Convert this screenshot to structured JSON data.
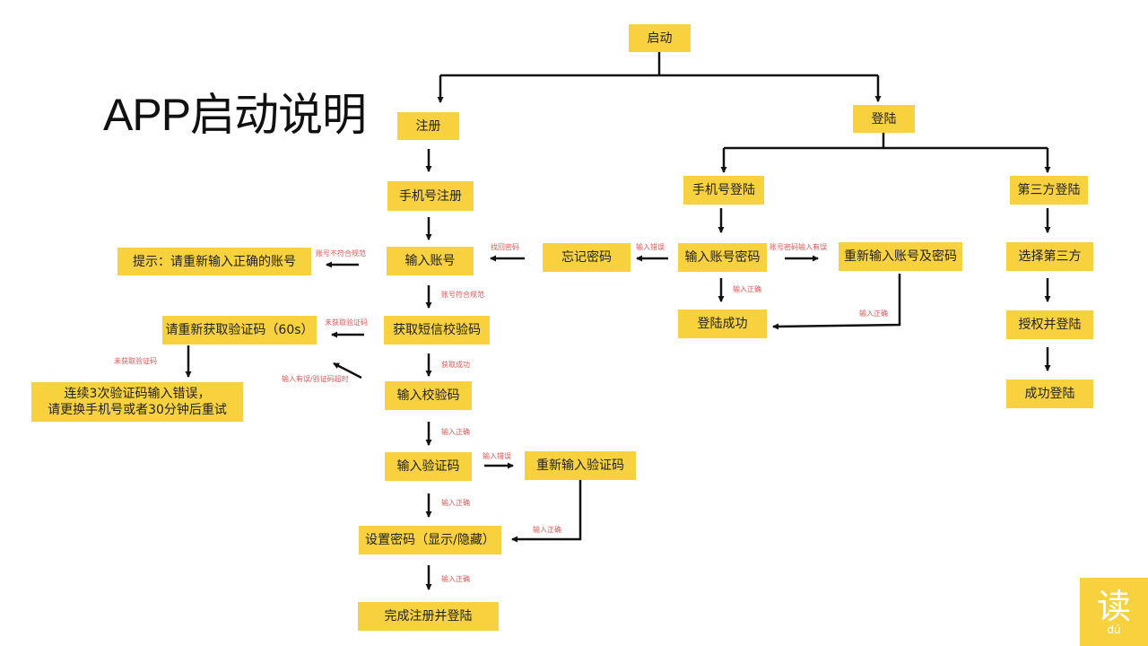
{
  "title": "APP启动说明",
  "nodes": {
    "start": "启动",
    "register": "注册",
    "login": "登陆",
    "phone_register": "手机号注册",
    "input_account": "输入账号",
    "account_hint": "提示：请重新输入正确的账号",
    "get_sms_code": "获取短信校验码",
    "reget_code": "请重新获取验证码（60s）",
    "code_error_line1": "连续3次验证码输入错误，",
    "code_error_line2": "请更换手机号或者30分钟后重试",
    "input_check_code": "输入校验码",
    "input_verify_code": "输入验证码",
    "reinput_verify_code": "重新输入验证码",
    "set_password": "设置密码（显示/隐藏）",
    "finish_register": "完成注册并登陆",
    "phone_login": "手机号登陆",
    "third_login": "第三方登陆",
    "forgot_password": "忘记密码",
    "input_account_password": "输入账号密码",
    "reinput_account_password": "重新输入账号及密码",
    "login_success": "登陆成功",
    "choose_third": "选择第三方",
    "authorize_login": "授权并登陆",
    "success_login": "成功登陆"
  },
  "labels": {
    "account_invalid": "账号不符合规范",
    "find_password": "找回密码",
    "account_valid": "账号符合规范",
    "not_get_code_1": "未获取验证码",
    "not_get_code_2": "未获取验证码",
    "get_success": "获取成功",
    "code_wrong_timeout": "输入有误/验证码超时",
    "input_correct_1": "输入正确",
    "input_wrong_1": "输入错误",
    "input_correct_2": "输入正确",
    "input_correct_3": "输入正确",
    "input_correct_4": "输入正确",
    "input_wrong_2": "输入错误",
    "account_password_wrong": "账号密码输入有误",
    "input_correct_5": "输入正确",
    "input_correct_6": "输入正确"
  },
  "logo": {
    "glyph": "读",
    "pinyin": "dú"
  },
  "colors": {
    "node_fill": "#f7d23e",
    "label": "#e05555",
    "line": "#111111"
  }
}
